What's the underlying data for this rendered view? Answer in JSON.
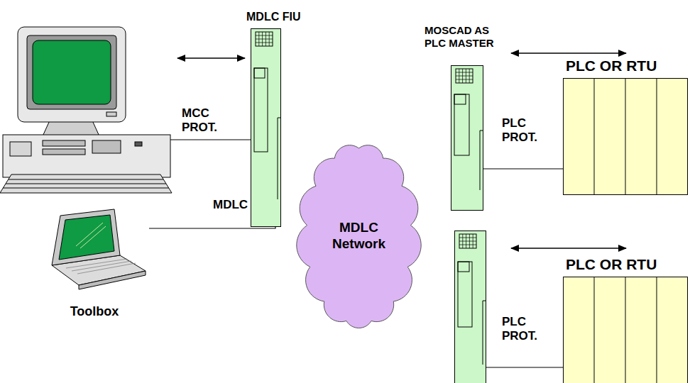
{
  "diagram": {
    "nodes": [
      {
        "text": [
          "MDLC FIU"
        ]
      },
      {
        "text": [
          "MOSCAD AS PLC MASTER"
        ]
      },
      {
        "text": [
          "PLC OR RTU"
        ]
      },
      {
        "text": [
          "MDLC Network"
        ]
      },
      {
        "text": [
          "PLC OR RTU"
        ]
      },
      {
        "text": [
          "Toolbox"
        ]
      }
    ],
    "edges": [
      {
        "from": 5,
        "to": 0,
        "label": "MDLC",
        "arrow": "none"
      },
      {
        "from": 1,
        "to": 2,
        "label": "PLC PROT.",
        "arrow": "none"
      }
    ],
    "labels": [
      "MCC PROT.",
      "PLC PROT."
    ]
  }
}
